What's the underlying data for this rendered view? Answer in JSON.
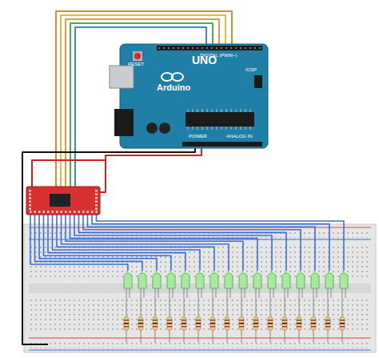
{
  "diagram": {
    "nodes": [
      {
        "text": [
          "UNO",
          "Arduino"
        ]
      }
    ],
    "labels": [
      "RESET",
      "ICSP",
      "DIGITAL (PWM~)",
      "ANALOG IN",
      "POWER"
    ]
  }
}
